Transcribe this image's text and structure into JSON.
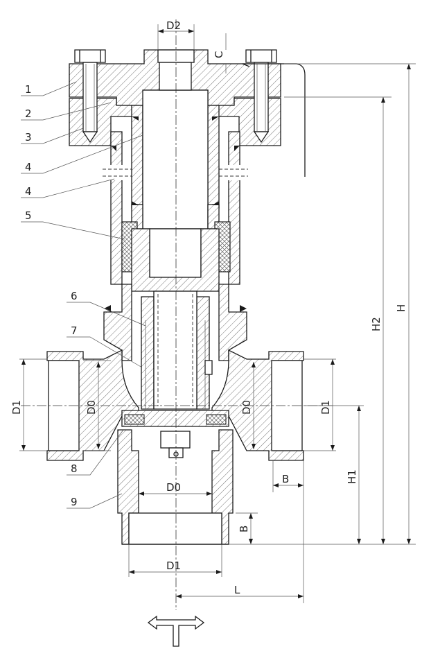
{
  "callouts": [
    "1",
    "2",
    "3",
    "4",
    "4",
    "5",
    "6",
    "7",
    "8",
    "9"
  ],
  "dimensions": {
    "d2": "D2",
    "c": "C",
    "h": "H",
    "h2": "H2",
    "h1": "H1",
    "d1_left": "D1",
    "d0_left": "D0",
    "d0_mid": "D0",
    "d1_right": "D1",
    "b_right": "B",
    "d0_bottom": "D0",
    "b_bottom": "B",
    "d1_bottom": "D1",
    "l": "L"
  },
  "colors": {
    "line": "#1a1a1a",
    "hatch": "#555555",
    "background": "#ffffff"
  },
  "icons": {
    "flow": "flow-direction-t-arrow-icon"
  }
}
